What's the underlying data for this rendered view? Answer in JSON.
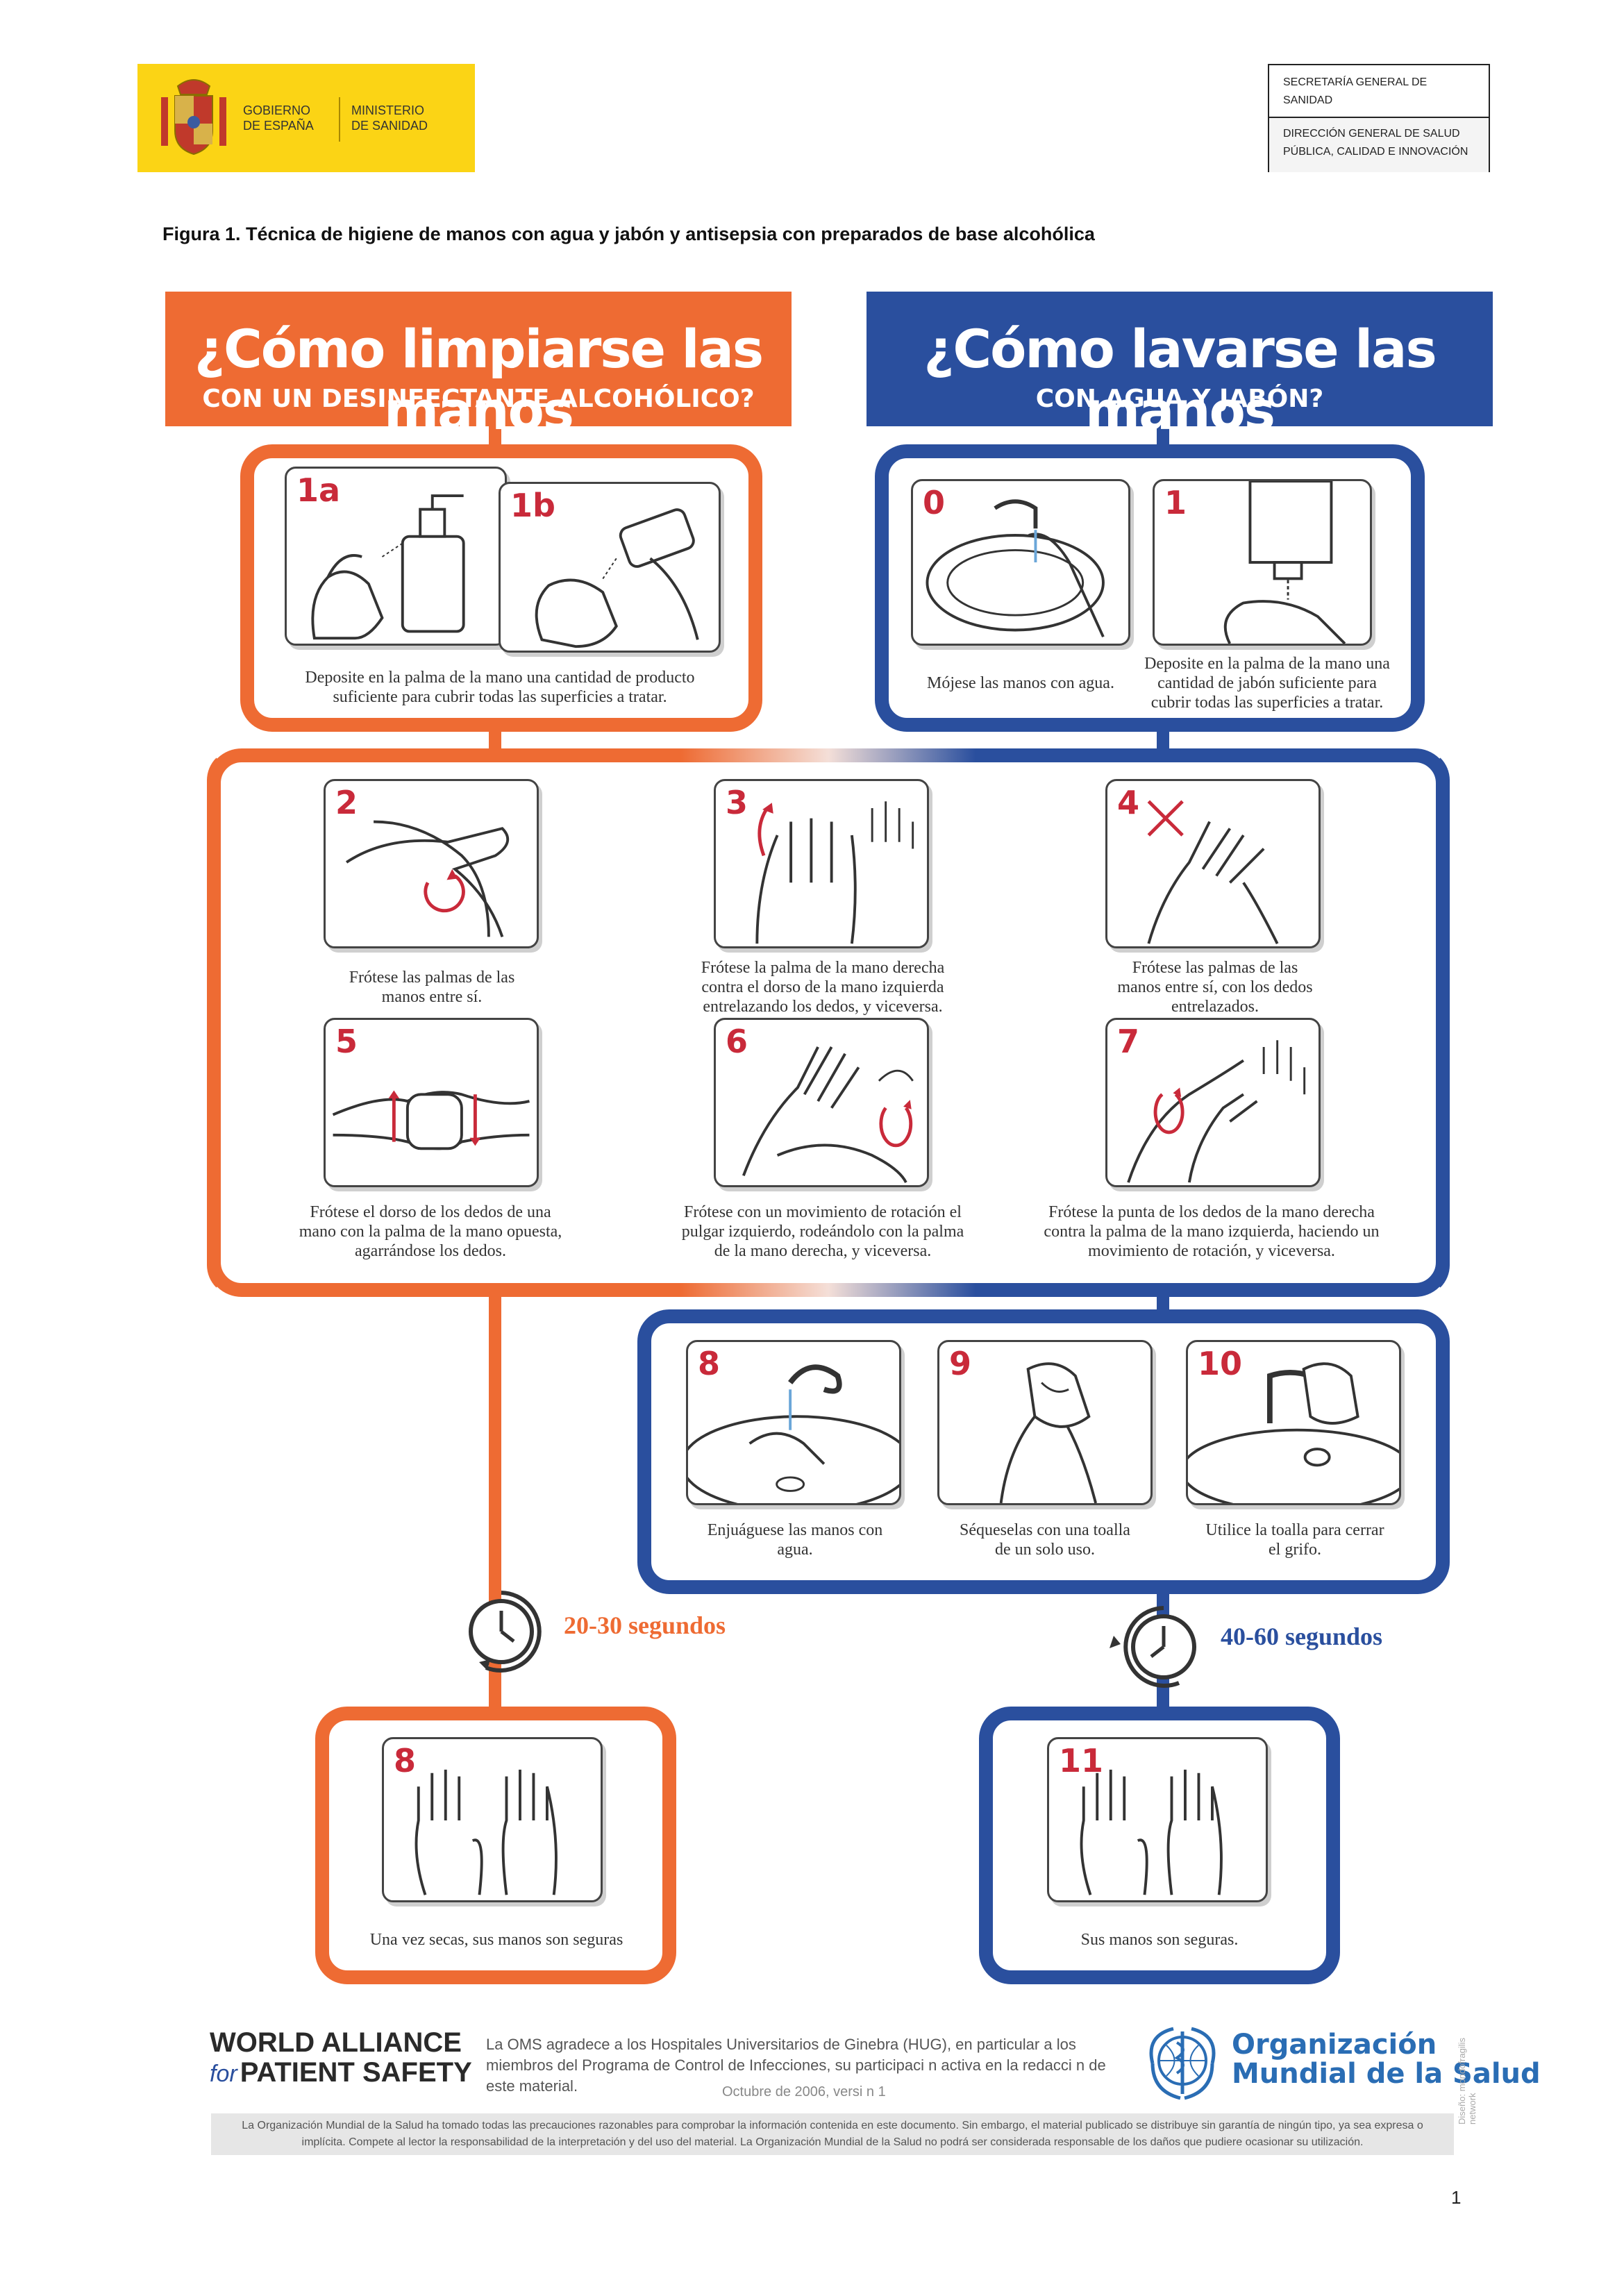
{
  "header": {
    "logo_left": "GOBIERNO\nDE ESPAÑA",
    "logo_right": "MINISTERIO\nDE SANIDAD",
    "sec_row1": "SECRETARÍA GENERAL DE SANIDAD",
    "sec_row2": "DIRECCIÓN GENERAL DE SALUD PÚBLICA, CALIDAD E INNOVACIÓN"
  },
  "figure_title": "Figura 1. Técnica de higiene de manos con agua y jabón y antisepsia con preparados de base alcohólica",
  "left_banner": {
    "title": "¿Cómo limpiarse las manos",
    "subtitle": "CON UN DESINFECTANTE ALCOHÓLICO?"
  },
  "right_banner": {
    "title": "¿Cómo lavarse las manos",
    "subtitle": "CON AGUA Y JABÓN?"
  },
  "steps": {
    "s1a": {
      "num": "1a"
    },
    "s1b": {
      "num": "1b"
    },
    "s1ab_caption": "Deposite en la palma de la mano una cantidad de producto suficiente para cubrir todas las superficies a tratar.",
    "s0": {
      "num": "0",
      "caption": "Mójese las manos con agua."
    },
    "s1": {
      "num": "1",
      "caption": "Deposite en la palma de la mano una cantidad de jabón suficiente para cubrir todas las superficies a tratar."
    },
    "s2": {
      "num": "2",
      "caption": "Frótese las palmas de las manos entre sí."
    },
    "s3": {
      "num": "3",
      "caption": "Frótese la palma de la mano derecha contra el dorso de la mano izquierda entrelazando los dedos, y viceversa."
    },
    "s4": {
      "num": "4",
      "caption": "Frótese las palmas de las manos entre sí, con los dedos entrelazados."
    },
    "s5": {
      "num": "5",
      "caption": "Frótese el dorso de los dedos de una mano con la palma de la mano opuesta, agarrándose los dedos."
    },
    "s6": {
      "num": "6",
      "caption": "Frótese con un movimiento de rotación el pulgar izquierdo, rodeándolo con la palma de la mano derecha, y viceversa."
    },
    "s7": {
      "num": "7",
      "caption": "Frótese la punta de los dedos de la mano derecha contra la palma de la mano izquierda, haciendo un movimiento de rotación, y viceversa."
    },
    "s8w": {
      "num": "8",
      "caption": "Enjuáguese las manos con agua."
    },
    "s9": {
      "num": "9",
      "caption": "Séqueselas con una toalla de un solo uso."
    },
    "s10": {
      "num": "10",
      "caption": "Utilice la toalla para cerrar el grifo."
    },
    "s8a": {
      "num": "8",
      "caption": "Una vez secas, sus manos son seguras"
    },
    "s11": {
      "num": "11",
      "caption": "Sus manos son seguras."
    }
  },
  "timers": {
    "left": "20-30 segundos",
    "right": "40-60 segundos"
  },
  "footer": {
    "wa_line1": "WORLD ALLIANCE",
    "wa_for": "for",
    "wa_line2": "PATIENT SAFETY",
    "oms_text": "La OMS agradece a los Hospitales Universitarios de Ginebra (HUG), en particular a los miembros del Programa de Control de Infecciones, su participaci n activa en la redacci n de este material.",
    "date": "Octubre de 2006, versi n 1",
    "who_line1": "Organización",
    "who_line2": "Mundial de la Salud",
    "vertical": "Diseño: mondofragilis network",
    "disclaimer": "La Organización Mundial de la Salud ha tomado todas las precauciones razonables para comprobar la información contenida en este documento. Sin embargo, el material publicado se distribuye sin garantía de ningún tipo, ya sea expresa o implícita. Compete al lector la responsabilidad de la interpretación y del uso del material. La Organización Mundial de la Salud no podrá ser considerada responsable de los daños que pudiere ocasionar su utilización."
  },
  "page_number": "1",
  "colors": {
    "orange": "#ee6b33",
    "blue": "#2a4f9e",
    "step_red": "#c92a3a",
    "gov_yellow": "#fbd415"
  }
}
